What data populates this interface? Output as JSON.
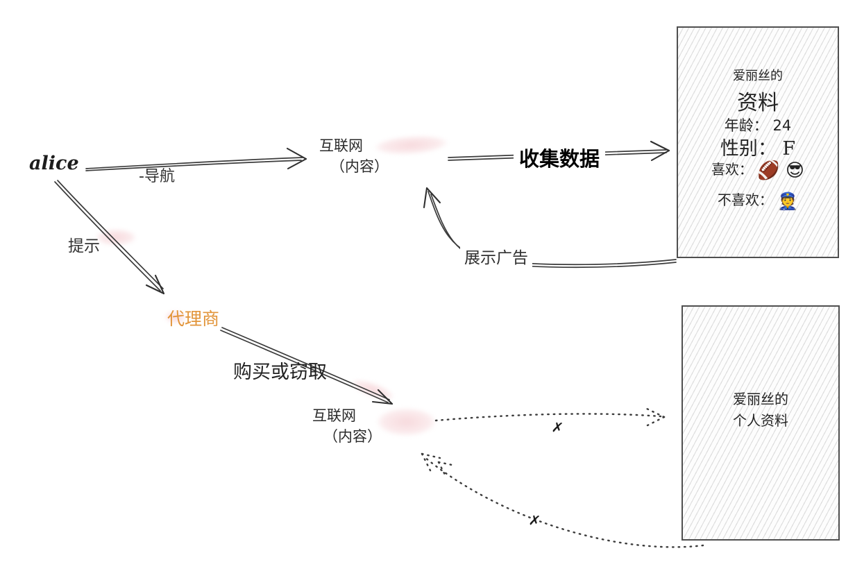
{
  "nodes": {
    "alice": "alice",
    "internet_top": {
      "line1": "互联网",
      "line2": "（内容）"
    },
    "agent": "代理商",
    "internet_bottom": {
      "line1": "互联网",
      "line2": "（内容）"
    }
  },
  "edges": {
    "navigate": "-导航",
    "collect_data": "收集数据",
    "prompt": "提示",
    "buy_or_steal": "购买或窃取",
    "show_ads": "展示广告",
    "blocked_mark": "✗"
  },
  "profile_card": {
    "owner": "爱丽丝的",
    "title": "资料",
    "age_label": "年龄： ",
    "age_value": "24",
    "gender_label": "性别： ",
    "gender_value": "F",
    "likes_label": "喜欢： ",
    "likes_emojis": "🏈 😎",
    "dislikes_label": "不喜欢： ",
    "dislikes_emoji": "👮"
  },
  "personal_card": {
    "line1": "爱丽丝的",
    "line2": "个人资料"
  },
  "colors": {
    "ink": "#3b3b3b",
    "agent_text": "#e2953b",
    "highlight_pink": "#f3c6cb"
  }
}
